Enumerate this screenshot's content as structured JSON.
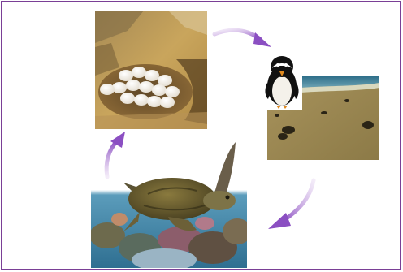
{
  "diagram": {
    "stages": [
      {
        "id": "eggs",
        "icon": "turtle-eggs-nest-photo"
      },
      {
        "id": "hatchlings",
        "icon": "turtle-hatchlings-beach-photo"
      },
      {
        "id": "adult",
        "icon": "adult-sea-turtle-reef-photo"
      }
    ],
    "overlay": {
      "icon": "penguin-photo"
    },
    "arrows": [
      {
        "from": "eggs",
        "to": "hatchlings",
        "color": "#8b4fc2"
      },
      {
        "from": "hatchlings",
        "to": "adult",
        "color": "#8b4fc2"
      },
      {
        "from": "adult",
        "to": "eggs",
        "color": "#8b4fc2"
      }
    ],
    "colors": {
      "frame": "#7a3f96",
      "arrow": "#8b4fc2",
      "sand": "#c9a55c",
      "sea": "#4d8fb0"
    }
  }
}
